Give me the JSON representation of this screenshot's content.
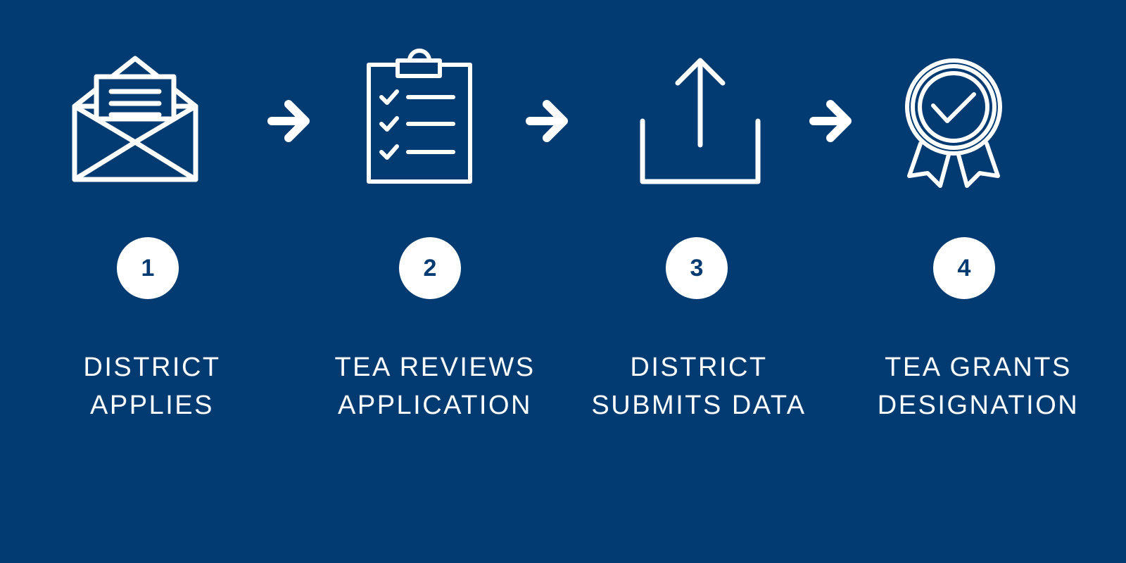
{
  "colors": {
    "background": "#023a72",
    "foreground": "#ffffff"
  },
  "steps": [
    {
      "number": "1",
      "line1": "DISTRICT",
      "line2": "APPLIES",
      "icon": "open-envelope-icon"
    },
    {
      "number": "2",
      "line1": "TEA REVIEWS",
      "line2": "APPLICATION",
      "icon": "clipboard-checklist-icon"
    },
    {
      "number": "3",
      "line1": "DISTRICT",
      "line2": "SUBMITS DATA",
      "icon": "upload-icon"
    },
    {
      "number": "4",
      "line1": "TEA GRANTS",
      "line2": "DESIGNATION",
      "icon": "award-ribbon-icon"
    }
  ],
  "connectors": [
    "arrow-right-icon",
    "arrow-right-icon",
    "arrow-right-icon"
  ]
}
